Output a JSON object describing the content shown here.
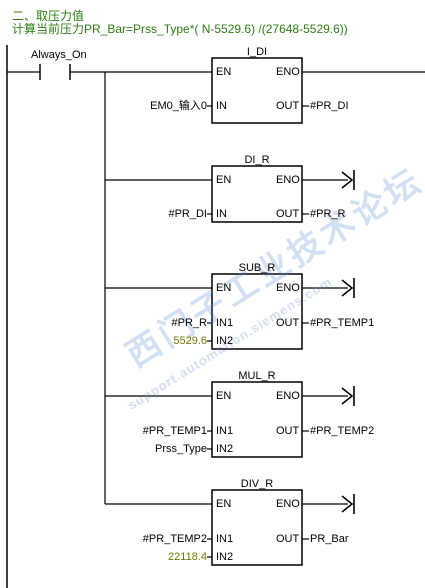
{
  "header": {
    "line1": "二、取压力值",
    "line2": "计算当前压力PR_Bar=Prss_Type*( N-5529.6) /(27648-5529.6))"
  },
  "contact": {
    "label": "Always_On"
  },
  "watermark": {
    "line1": "西门子工业技术论坛",
    "line2": "support.automation.siemens.com"
  },
  "blocks": [
    {
      "name": "I_DI",
      "en": "EN",
      "eno": "ENO",
      "in": "IN",
      "out": "OUT",
      "in_value": "EM0_输入0",
      "out_value": "#PR_DI"
    },
    {
      "name": "DI_R",
      "en": "EN",
      "eno": "ENO",
      "in": "IN",
      "out": "OUT",
      "in_value": "#PR_DI",
      "out_value": "#PR_R"
    },
    {
      "name": "SUB_R",
      "en": "EN",
      "eno": "ENO",
      "in1": "IN1",
      "in2": "IN2",
      "out": "OUT",
      "in1_value": "#PR_R",
      "in2_value": "5529.6",
      "out_value": "#PR_TEMP1"
    },
    {
      "name": "MUL_R",
      "en": "EN",
      "eno": "ENO",
      "in1": "IN1",
      "in2": "IN2",
      "out": "OUT",
      "in1_value": "#PR_TEMP1",
      "in2_value": "Prss_Type",
      "out_value": "#PR_TEMP2"
    },
    {
      "name": "DIV_R",
      "en": "EN",
      "eno": "ENO",
      "in1": "IN1",
      "in2": "IN2",
      "out": "OUT",
      "in1_value": "#PR_TEMP2",
      "in2_value": "22118.4",
      "out_value": "PR_Bar"
    }
  ]
}
